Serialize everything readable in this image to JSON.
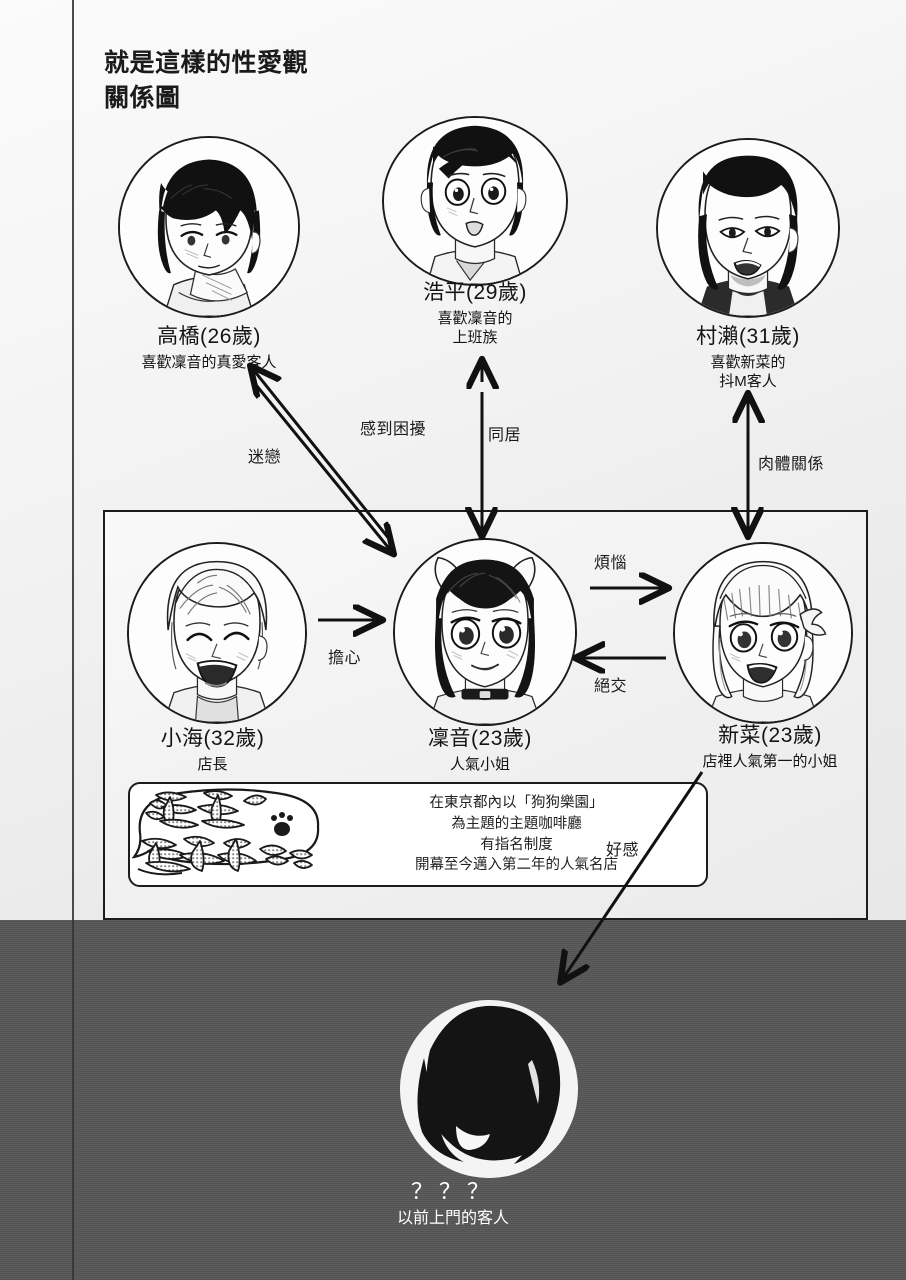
{
  "title": {
    "line1": "就是這樣的性愛觀",
    "line2": "關係圖"
  },
  "characters": {
    "takahashi": {
      "name": "高橋(26歲)",
      "desc1": "喜歡凜音的真愛客人",
      "desc2": ""
    },
    "kohei": {
      "name": "浩平(29歲)",
      "desc1": "喜歡凜音的",
      "desc2": "上班族"
    },
    "murase": {
      "name": "村瀨(31歲)",
      "desc1": "喜歡新菜的",
      "desc2": "抖M客人"
    },
    "kokai": {
      "name": "小海(32歲)",
      "desc1": "店長",
      "desc2": ""
    },
    "rinne": {
      "name": "凜音(23歲)",
      "desc1": "人氣小姐",
      "desc2": ""
    },
    "niina": {
      "name": "新菜(23歲)",
      "desc1": "店裡人氣第一的小姐",
      "desc2": ""
    },
    "mystery": {
      "name": "？？？",
      "desc1": "以前上門的客人",
      "desc2": ""
    }
  },
  "relations": {
    "infatuation": "迷戀",
    "troubled": "感到困擾",
    "cohabiting": "同居",
    "physical": "肉體關係",
    "worry": "擔心",
    "annoyed": "煩惱",
    "breakup": "絕交",
    "affection": "好感"
  },
  "shop": {
    "logo_alt": "dog-cafe-logo",
    "desc_line1": "在東京都內以「狗狗樂園」",
    "desc_line2": "為主題的主題咖啡廳",
    "desc_line3": "有指名制度",
    "desc_line4": "開幕至今邁入第二年的人氣名店"
  },
  "colors": {
    "ink": "#1c1c1c",
    "paper": "#f2f2f2",
    "dark_band": "#5c5c5c",
    "text": "#141414"
  }
}
